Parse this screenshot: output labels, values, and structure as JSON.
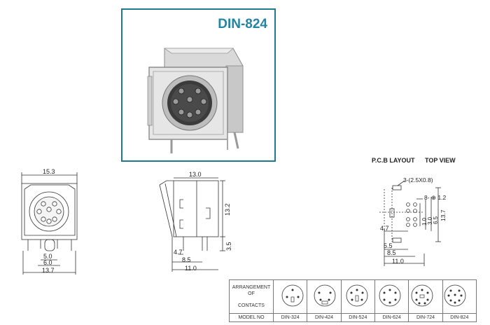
{
  "product_title": "DIN-824",
  "front_view": {
    "width_label": "15.3",
    "dim_5_0": "5.0",
    "dim_6_0": "6.0",
    "dim_13_7": "13.7"
  },
  "side_view": {
    "top_label": "13.0",
    "height_label": "13.2",
    "dim_3_5": "3.5",
    "dim_4_7": "4.7",
    "dim_8_5": "8.5",
    "dim_11_0": "11.0"
  },
  "pcb_layout": {
    "heading": "P.C.B LAYOUT",
    "view_label": "TOP VIEW",
    "slot_label": "3-(2.5X0.8)",
    "hole_label": "8- ⊕ 1.2",
    "dim_1_0": "1.0",
    "dim_3_0": "3.0",
    "dim_6_5": "6.5",
    "dim_13_7": "13.7",
    "dim_4_7": "4.7",
    "dim_5_5": "5.5",
    "dim_8_5": "8.5",
    "dim_11_0": "11.0"
  },
  "arrangement_table": {
    "header_line1": "ARRANGEMENT",
    "header_line2": "OF",
    "header_line3": "CONTACTS",
    "model_label": "MODEL NO",
    "models": [
      "DIN-324",
      "DIN-424",
      "DIN-524",
      "DIN-624",
      "DIN-724",
      "DIN-824"
    ]
  },
  "colors": {
    "frame": "#1f7a8c",
    "title": "#2285a6",
    "line": "#333333"
  }
}
